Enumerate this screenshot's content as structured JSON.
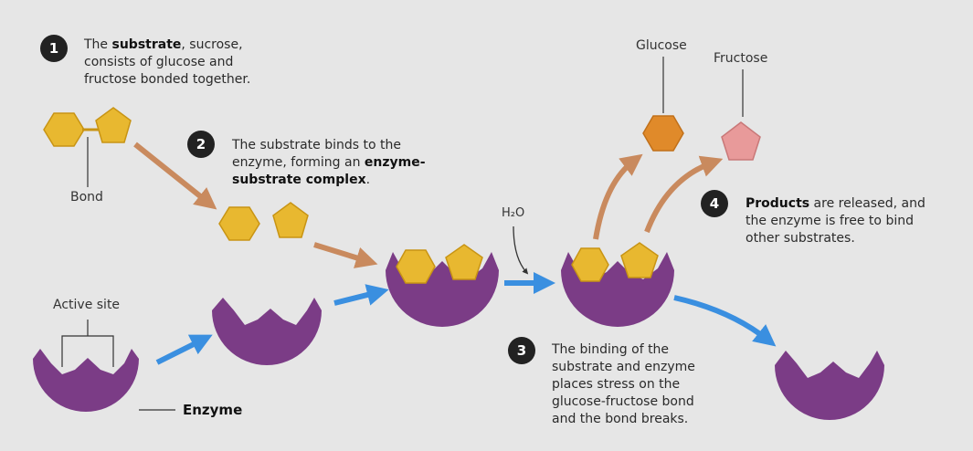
{
  "steps": [
    {
      "number": "1",
      "pre": "The ",
      "bold": "substrate",
      "post": ", sucrose, consists of glucose and fructose bonded together."
    },
    {
      "number": "2",
      "pre": "The substrate binds to the enzyme, forming an ",
      "bold": "enzyme-substrate complex",
      "post": "."
    },
    {
      "number": "3",
      "text": "The binding of the substrate and enzyme places stress on the glucose-fructose bond and the bond breaks."
    },
    {
      "number": "4",
      "pre": "",
      "bold": "Products",
      "post": " are released, and the enzyme is free to bind other substrates."
    }
  ],
  "labels": {
    "bond": "Bond",
    "active_site": "Active site",
    "enzyme": "Enzyme",
    "water": "H₂O",
    "glucose": "Glucose",
    "fructose": "Fructose"
  },
  "colors": {
    "substrate": "#e8b830",
    "substrate_stroke": "#c89414",
    "enzyme": "#7b3c86",
    "glucose": "#e08a2a",
    "fructose": "#e89a9a",
    "arrow_brown": "#c98a5e",
    "arrow_blue": "#3a8fe0",
    "badge": "#222222"
  }
}
